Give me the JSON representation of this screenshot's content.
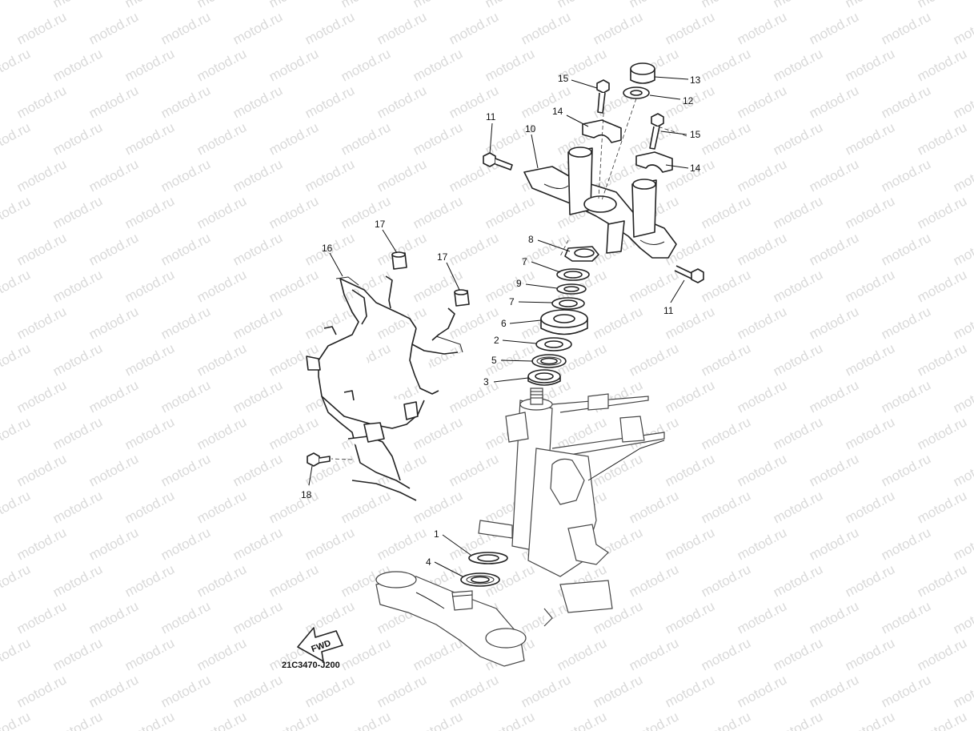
{
  "watermark": {
    "text": "motod.ru"
  },
  "diagram": {
    "code": "21C3470-J200",
    "fwd_label": "FWD"
  },
  "callouts": [
    {
      "id": "c15a",
      "label": "15"
    },
    {
      "id": "c13",
      "label": "13"
    },
    {
      "id": "c12",
      "label": "12"
    },
    {
      "id": "c14a",
      "label": "14"
    },
    {
      "id": "c11a",
      "label": "11"
    },
    {
      "id": "c10",
      "label": "10"
    },
    {
      "id": "c15b",
      "label": "15"
    },
    {
      "id": "c14b",
      "label": "14"
    },
    {
      "id": "c17a",
      "label": "17"
    },
    {
      "id": "c16",
      "label": "16"
    },
    {
      "id": "c17b",
      "label": "17"
    },
    {
      "id": "c8",
      "label": "8"
    },
    {
      "id": "c7a",
      "label": "7"
    },
    {
      "id": "c9",
      "label": "9"
    },
    {
      "id": "c7b",
      "label": "7"
    },
    {
      "id": "c6",
      "label": "6"
    },
    {
      "id": "c11b",
      "label": "11"
    },
    {
      "id": "c2",
      "label": "2"
    },
    {
      "id": "c5",
      "label": "5"
    },
    {
      "id": "c3",
      "label": "3"
    },
    {
      "id": "c18",
      "label": "18"
    },
    {
      "id": "c1",
      "label": "1"
    },
    {
      "id": "c4",
      "label": "4"
    }
  ]
}
